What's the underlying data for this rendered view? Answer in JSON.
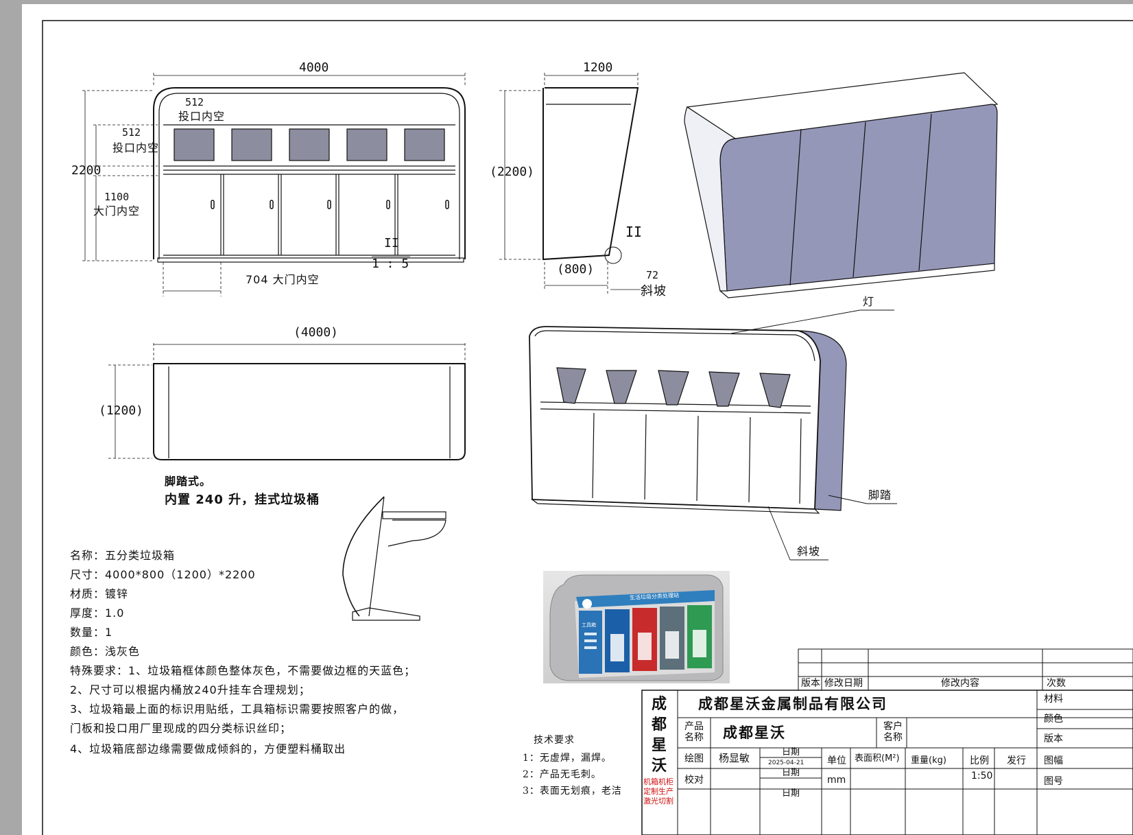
{
  "dims": {
    "front_width": "4000",
    "front_height": "2200",
    "slot_label_top": "512",
    "slot_text_top": "投口内空",
    "slot_label_left": "512",
    "slot_text_left": "投口内空",
    "door_height": "1100",
    "door_height_text": "大门内空",
    "door_width": "704 大门内空",
    "detail_ref": "II",
    "detail_scale": "1 : 5",
    "side_top": "1200",
    "side_height": "(2200)",
    "side_bottom": "(800)",
    "detail_mark": "II",
    "slope_val": "72",
    "slope_text": "斜坡",
    "top_width": "(4000)",
    "top_depth": "(1200)"
  },
  "callouts": {
    "light": "灯",
    "pedal": "脚踏",
    "slope": "斜坡"
  },
  "notes": {
    "pedal_type": "脚踏式。",
    "bin_info": "内置 240 升，挂式垃圾桶"
  },
  "specs": {
    "name": "名称：五分类垃圾箱",
    "size": "尺寸：4000*800（1200）*2200",
    "material": "材质：镀锌",
    "thickness": "厚度：1.0",
    "quantity": "数量：1",
    "color": "颜色：浅灰色",
    "req1": "特殊要求：1、垃圾箱框体颜色整体灰色，不需要做边框的天蓝色；",
    "req2": "2、尺寸可以根据内桶放240升挂车合理规划；",
    "req3": "3、垃圾箱最上面的标识用贴纸，工具箱标识需要按照客户的做，",
    "req3b": "门板和投口用厂里现成的四分类标识丝印；",
    "req4": "4、垃圾箱底部边缘需要做成倾斜的，方便塑料桶取出"
  },
  "tech": {
    "title": "技术要求",
    "r1": "1：无虚焊，漏焊。",
    "r2": "2：产品无毛刺。",
    "r3": "3：表面无划痕，老洁"
  },
  "photo": {
    "station_title": "生活垃圾分类处理站",
    "tool_label": "工具箱"
  },
  "title_block": {
    "rev_version": "版本",
    "rev_date": "修改日期",
    "rev_content": "修改内容",
    "rev_count": "次数",
    "company_vert": [
      "成",
      "都",
      "星",
      "沃"
    ],
    "company_sub": [
      "机箱机柜",
      "定制生产",
      "激光切割"
    ],
    "company_name": "成都星沃金属制品有限公司",
    "product_label_1": "产品",
    "product_label_2": "名称",
    "product_name": "成都星沃",
    "client_label_1": "客户",
    "client_label_2": "名称",
    "material_label": "材料",
    "color_label": "颜色",
    "version_label": "版本",
    "drawn_label": "绘图",
    "drawn_by": "杨显敏",
    "date_label": "日期",
    "date_value": "2025-04-21",
    "unit_label": "单位",
    "area_label": "表面积(M²)",
    "weight_label": "重量(kg)",
    "scale_label": "比例",
    "issue_label": "发行",
    "frame_label": "图幅",
    "check_label": "校对",
    "unit_value": "mm",
    "scale_value": "1:50",
    "drawing_no_label": "图号",
    "date_label_2": "日期",
    "date_label_3": "日期"
  },
  "colors": {
    "panel": "#9597b8",
    "panel_dark": "#7d7fa0",
    "frame_line": "#111111"
  }
}
